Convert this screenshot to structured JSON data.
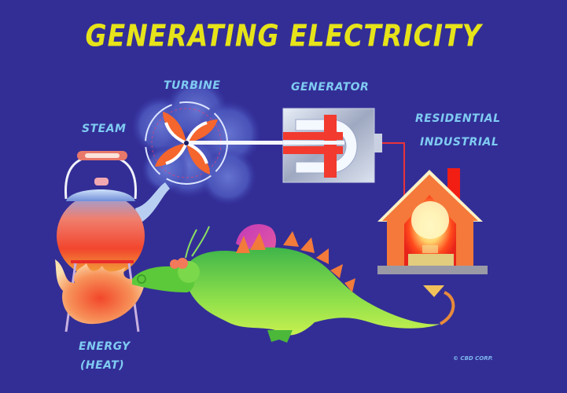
{
  "title": "GENERATING ELECTRICITY",
  "labels": {
    "steam": "STEAM",
    "turbine": "TURBINE",
    "generator": "GENERATOR",
    "residential": "RESIDENTIAL",
    "industrial": "INDUSTRIAL",
    "energy": "ENERGY",
    "heat": "(HEAT)"
  },
  "copyright": "© CBD CORP.",
  "colors": {
    "background": "#332E96",
    "title": "#E6E31A",
    "label": "#7FCBF2",
    "house": "#F5793A",
    "magnet_red": "#F23A2E",
    "dragon_green": "#5CC93A"
  },
  "flow": [
    "energy-heat",
    "steam",
    "turbine",
    "generator",
    "residential-industrial"
  ]
}
